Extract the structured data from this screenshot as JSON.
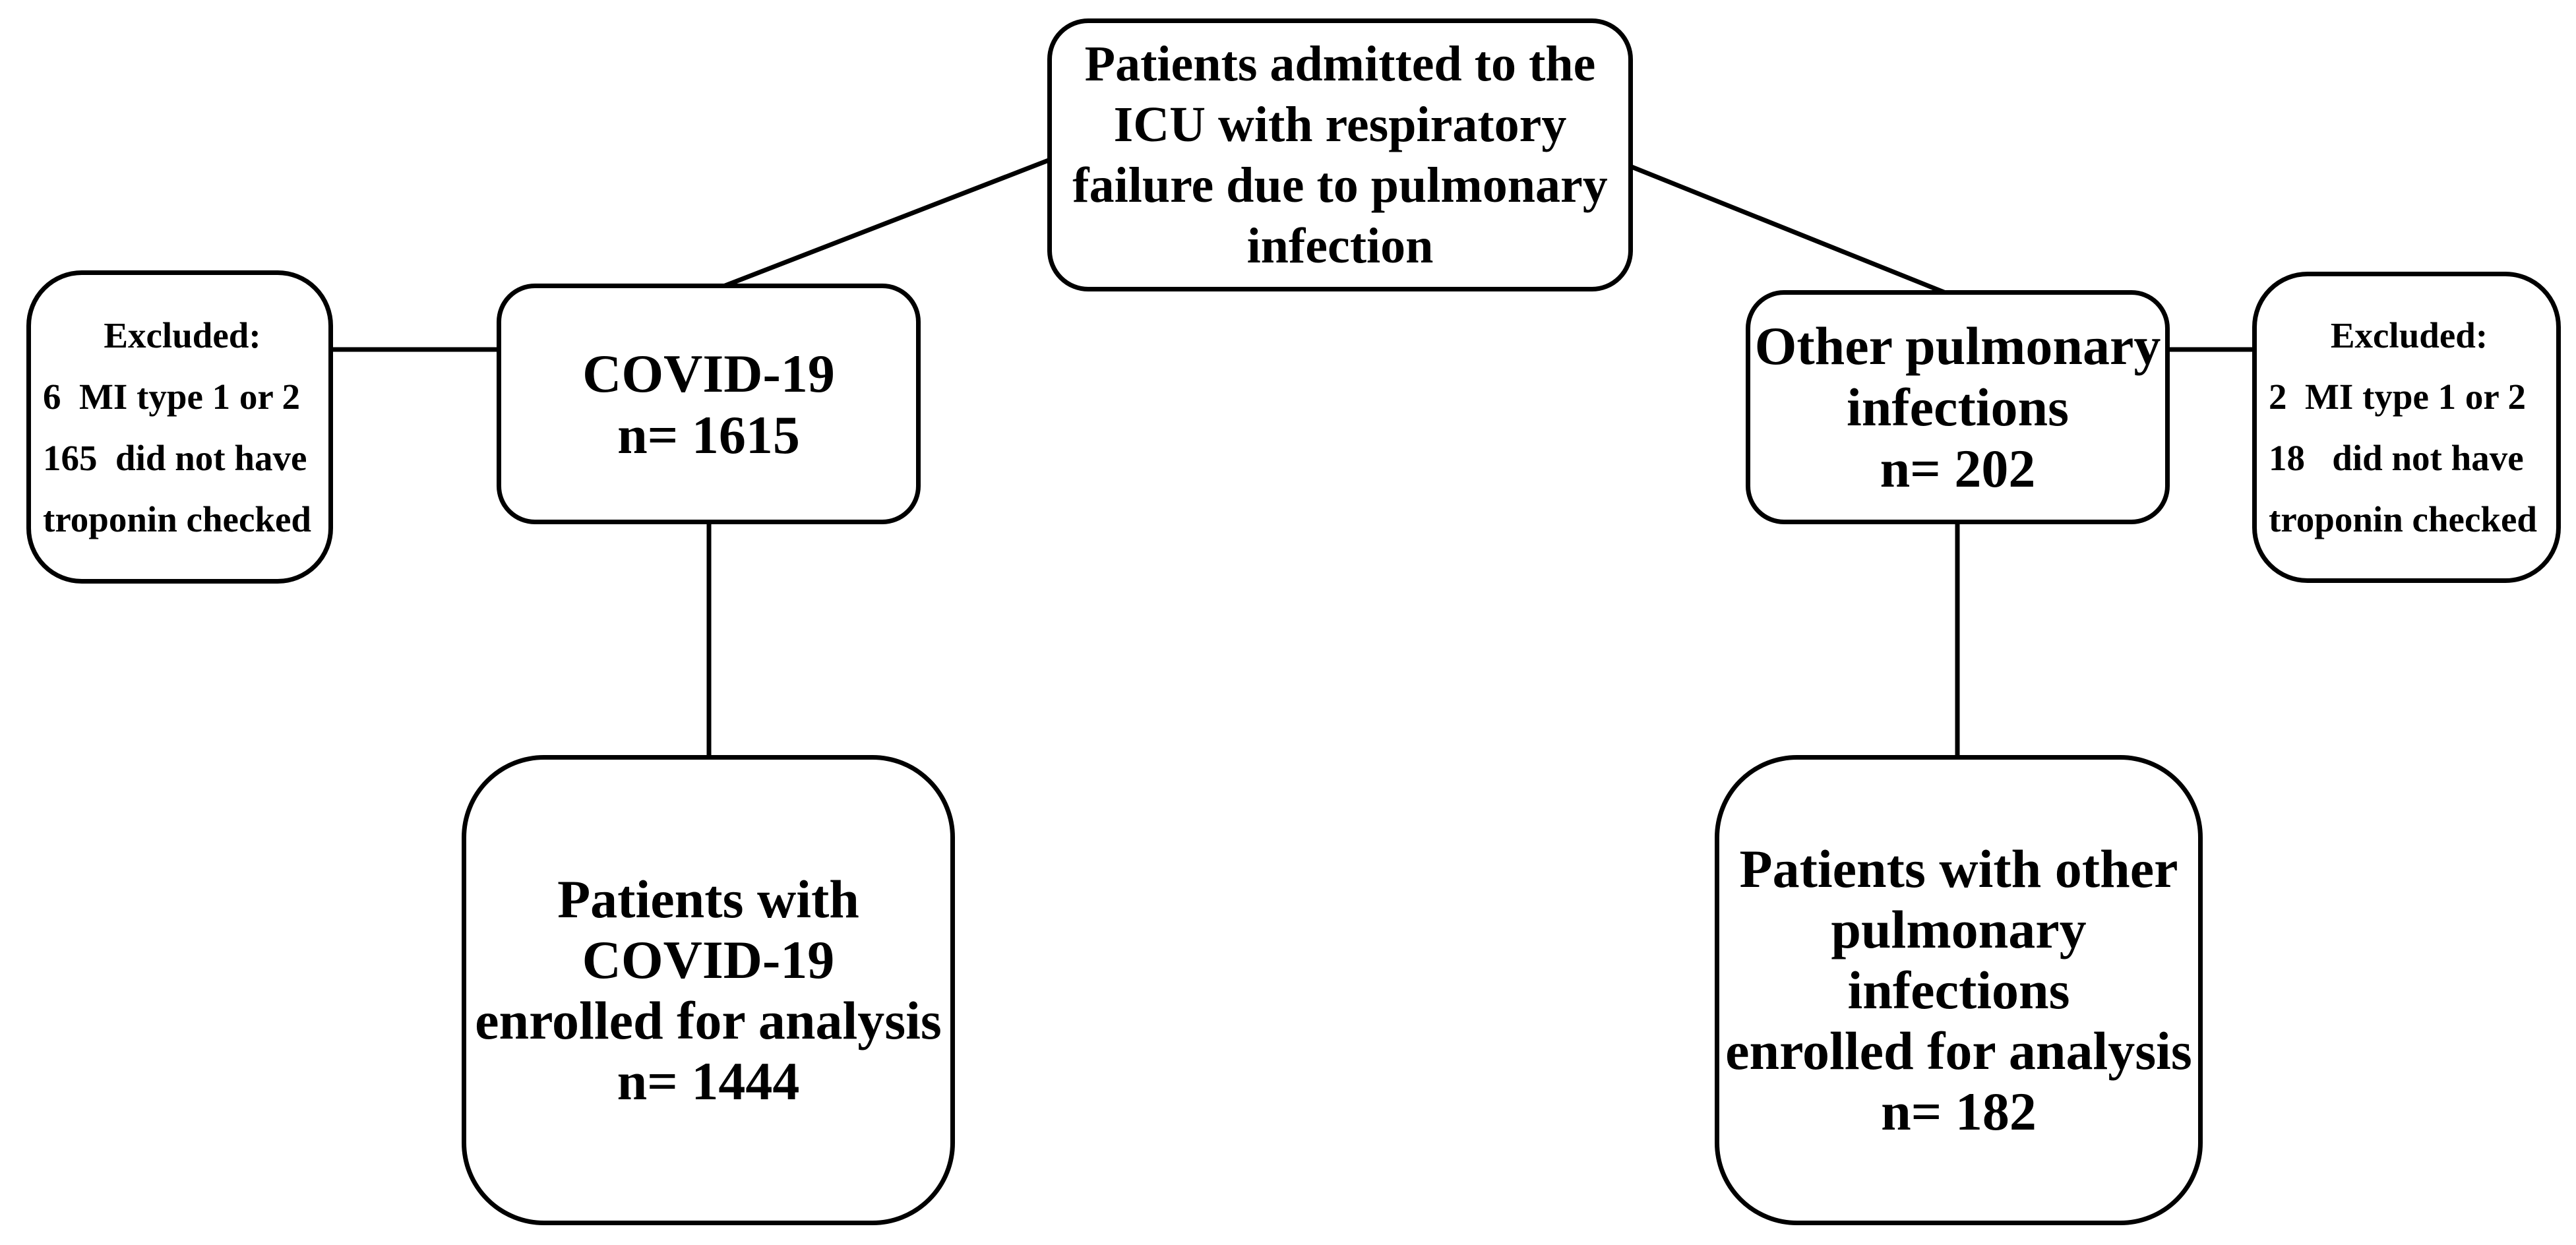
{
  "figure": {
    "colors": {
      "background": "#ffffff",
      "stroke": "#000000",
      "text": "#000000"
    },
    "nodes": {
      "root": {
        "text": "Patients admitted to the\nICU with respiratory\nfailure due to pulmonary\ninfection"
      },
      "covid": {
        "text": "COVID-19\nn= 1615",
        "n": 1615
      },
      "covid_excluded": {
        "heading": "Excluded:",
        "lines": [
          "6  MI type 1 or 2",
          "165  did not have",
          "troponin checked"
        ]
      },
      "other": {
        "text": "Other pulmonary\ninfections\nn= 202",
        "n": 202
      },
      "other_excluded": {
        "heading": "Excluded:",
        "lines": [
          "2  MI type 1 or 2",
          "18   did not have",
          "troponin checked"
        ]
      },
      "covid_enrolled": {
        "text": "Patients with\nCOVID-19\nenrolled for analysis\nn= 1444",
        "n": 1444
      },
      "other_enrolled": {
        "text": "Patients with other\npulmonary infections\nenrolled for analysis\nn= 182",
        "n": 182
      }
    }
  }
}
